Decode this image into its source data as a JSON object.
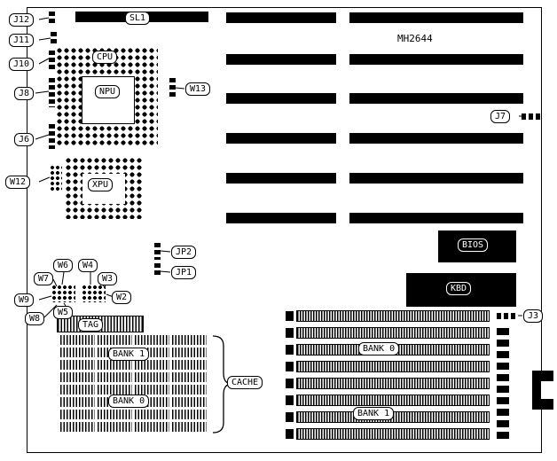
{
  "board": {
    "model": "MH2644"
  },
  "slots": {
    "sl1": "SL1"
  },
  "connectors": {
    "j12": "J12",
    "j11": "J11",
    "j10": "J10",
    "j8": "J8",
    "j6": "J6",
    "j7": "J7",
    "j3": "J3"
  },
  "jumpers": {
    "w12": "W12",
    "w13": "W13",
    "jp1": "JP1",
    "jp2": "JP2",
    "w2": "W2",
    "w3": "W3",
    "w4": "W4",
    "w5": "W5",
    "w6": "W6",
    "w7": "W7",
    "w8": "W8",
    "w9": "W9"
  },
  "sockets": {
    "cpu": "CPU",
    "npu": "NPU",
    "xpu": "XPU"
  },
  "cache": {
    "label": "CACHE",
    "tag": "TAG",
    "bank1": "BANK 1",
    "bank0": "BANK 0"
  },
  "memory": {
    "bank0": "BANK 0",
    "bank1": "BANK 1"
  },
  "chips": {
    "bios": "BIOS",
    "kbd": "KBD"
  }
}
